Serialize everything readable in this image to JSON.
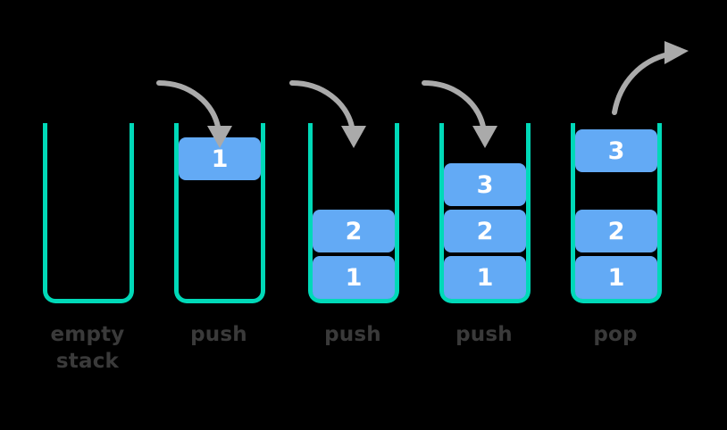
{
  "diagram": {
    "title": "stack push and pop operations",
    "background_color": "#000000",
    "container_color": "#00D9B8",
    "cell_color": "#63AAF5",
    "cell_text_color": "#FFFFFF",
    "label_color": "#3A3A3A",
    "arrow_color": "#AAAAAA"
  },
  "columns": [
    {
      "id": "col-empty-stack",
      "label": "empty\nstack",
      "label_line1": "empty",
      "label_line2": "stack",
      "cells": [],
      "arrow": "none"
    },
    {
      "id": "col-push-1",
      "label": "push",
      "label_line1": "push",
      "label_line2": "",
      "cells": [
        {
          "value": "1",
          "slot": 3
        }
      ],
      "arrow": "push-in"
    },
    {
      "id": "col-push-2",
      "label": "push",
      "label_line1": "push",
      "label_line2": "",
      "cells": [
        {
          "value": "2",
          "slot": 1
        },
        {
          "value": "1",
          "slot": 0
        }
      ],
      "arrow": "push-in"
    },
    {
      "id": "col-push-3",
      "label": "push",
      "label_line1": "push",
      "label_line2": "",
      "cells": [
        {
          "value": "3",
          "slot": 2
        },
        {
          "value": "2",
          "slot": 1
        },
        {
          "value": "1",
          "slot": 0
        }
      ],
      "arrow": "push-in"
    },
    {
      "id": "col-pop",
      "label": "pop",
      "label_line1": "pop",
      "label_line2": "",
      "cells": [
        {
          "value": "3",
          "slot": 3
        },
        {
          "value": "2",
          "slot": 1
        },
        {
          "value": "1",
          "slot": 0
        }
      ],
      "arrow": "pop-out"
    }
  ]
}
